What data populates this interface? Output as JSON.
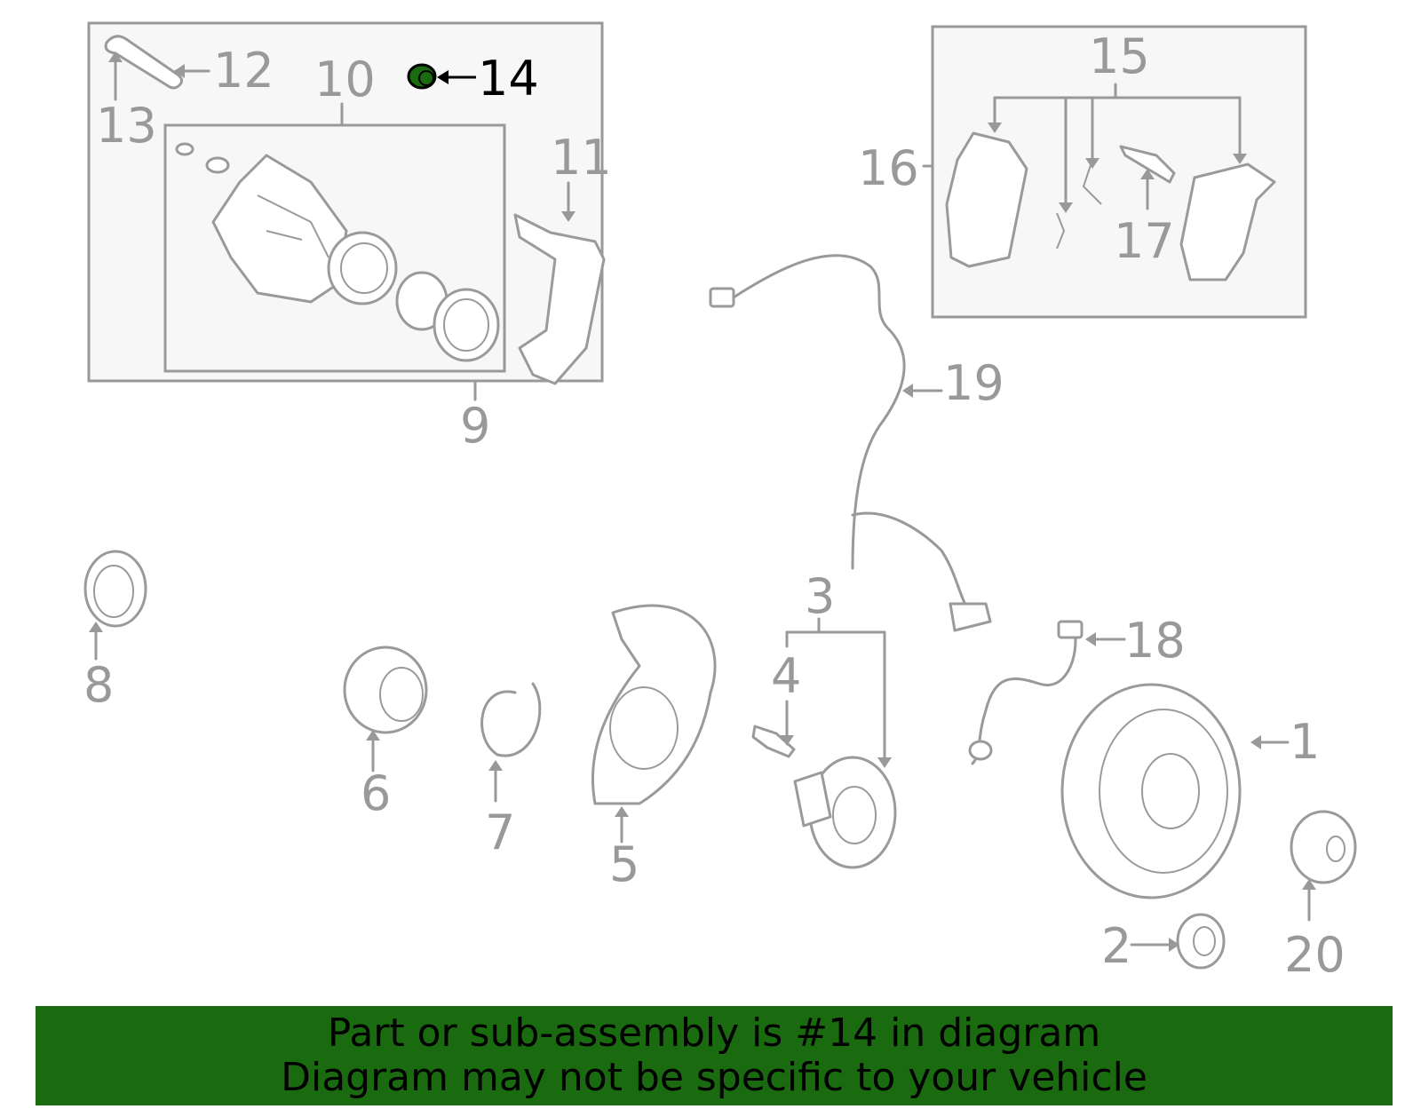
{
  "diagram": {
    "callouts": [
      "1",
      "2",
      "3",
      "4",
      "5",
      "6",
      "7",
      "8",
      "9",
      "10",
      "11",
      "12",
      "13",
      "14",
      "15",
      "16",
      "17",
      "18",
      "19",
      "20"
    ],
    "highlighted_part": "14",
    "highlight_color": "#1a6b10",
    "line_color": "#999999"
  },
  "banner": {
    "line1": "Part or sub-assembly is #14 in diagram",
    "line2": "Diagram may not be specific to your vehicle",
    "background": "#1a6b10"
  }
}
